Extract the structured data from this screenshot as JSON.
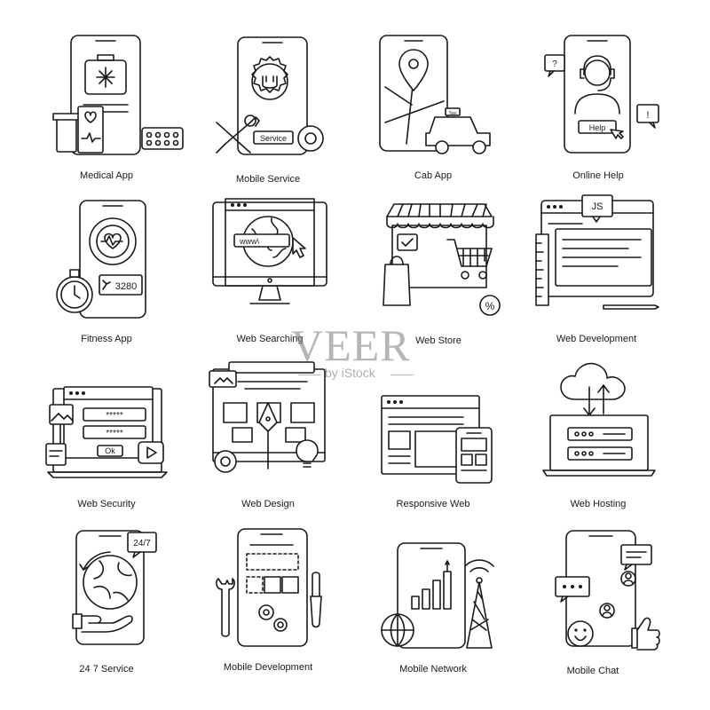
{
  "icons": [
    {
      "label": "Medical App"
    },
    {
      "label": "Mobile Service",
      "badge": "Service"
    },
    {
      "label": "Cab App",
      "badge": "Taxi"
    },
    {
      "label": "Online Help",
      "badge": "Help",
      "mark1": "?",
      "mark2": "!"
    },
    {
      "label": "Fitness App",
      "badge": "3280"
    },
    {
      "label": "Web Searching",
      "badge": "www\\"
    },
    {
      "label": "Web Store",
      "badge": "%"
    },
    {
      "label": "Web Development",
      "badge": "JS"
    },
    {
      "label": "Web Security",
      "pass1": "*****",
      "pass2": "*****",
      "button": "Ok"
    },
    {
      "label": "Web Design"
    },
    {
      "label": "Responsive Web"
    },
    {
      "label": "Web Hosting"
    },
    {
      "label": "24 7 Service",
      "badge": "24/7"
    },
    {
      "label": "Mobile Development"
    },
    {
      "label": "Mobile Network"
    },
    {
      "label": "Mobile Chat"
    }
  ],
  "watermark": {
    "brand": "VEER",
    "byline": "by iStock"
  }
}
